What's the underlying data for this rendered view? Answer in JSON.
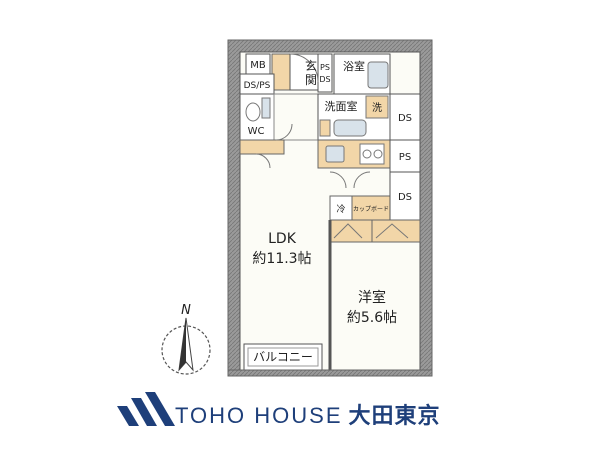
{
  "rooms": {
    "mb": "MB",
    "genkan": "玄関",
    "bath": "浴室",
    "ds_ps": "DS/PS",
    "ps_ds_top": "PS",
    "ps_ds_bottom": "DS",
    "washroom": "洗面室",
    "washer": "洗",
    "wc": "WC",
    "ds_upper": "DS",
    "ps_mid": "PS",
    "ds_lower": "DS",
    "fridge": "冷",
    "cupboard": "カップボード",
    "ldk": "LDK",
    "ldk_size": "約11.3帖",
    "western": "洋室",
    "western_size": "約5.6帖",
    "balcony": "バルコニー"
  },
  "compass": {
    "north": "N"
  },
  "brand": {
    "name": "TOHO HOUSE",
    "sub": "大田東京",
    "color": "#1e3f7a"
  },
  "colors": {
    "wall": "#8a8a8a",
    "wall_edge": "#6e6e6e",
    "floor": "#fbfbf3",
    "cabinet": "#f2d6a8",
    "fixture": "#d8e2ea"
  }
}
